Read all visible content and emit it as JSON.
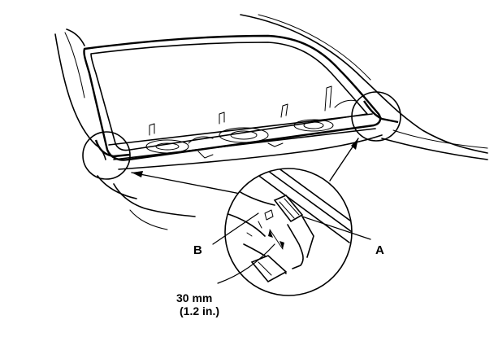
{
  "labels": {
    "a": "A",
    "b": "B",
    "dimension_metric": "30 mm",
    "dimension_imperial": "(1.2 in.)"
  }
}
